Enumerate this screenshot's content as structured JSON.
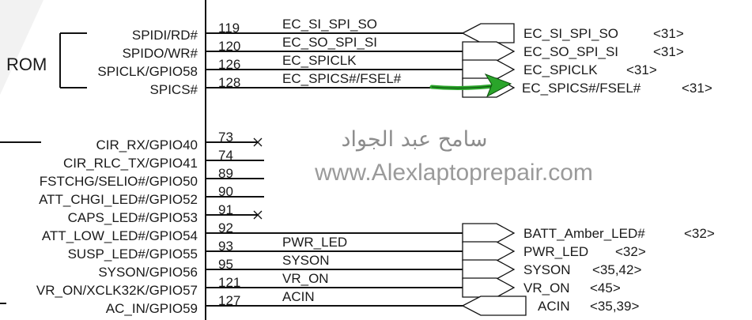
{
  "rom_label": "ROM",
  "spi_rows": [
    {
      "pin_label": "SPIDI/RD#",
      "pin_number": "119",
      "net_label": "EC_SI_SPI_SO",
      "connector_label": "EC_SI_SPI_SO",
      "sheet_ref": "<31>",
      "direction": "in"
    },
    {
      "pin_label": "SPIDO/WR#",
      "pin_number": "120",
      "net_label": "EC_SO_SPI_SI",
      "connector_label": "EC_SO_SPI_SI",
      "sheet_ref": "<31>",
      "direction": "out"
    },
    {
      "pin_label": "SPICLK/GPIO58",
      "pin_number": "126",
      "net_label": "EC_SPICLK",
      "connector_label": "EC_SPICLK",
      "sheet_ref": "<31>",
      "direction": "out"
    },
    {
      "pin_label": "SPICS#",
      "pin_number": "128",
      "net_label": "EC_SPICS#/FSEL#",
      "connector_label": "EC_SPICS#/FSEL#",
      "sheet_ref": "<31>",
      "direction": "out"
    }
  ],
  "gpio_rows": [
    {
      "pin_label": "CIR_RX/GPIO40",
      "pin_number": "73",
      "no_connect": true,
      "net_label": "",
      "connector_label": "",
      "sheet_ref": ""
    },
    {
      "pin_label": "CIR_RLC_TX/GPIO41",
      "pin_number": "74",
      "no_connect": false,
      "net_label": "",
      "connector_label": "",
      "sheet_ref": ""
    },
    {
      "pin_label": "FSTCHG/SELIO#/GPIO50",
      "pin_number": "89",
      "no_connect": false,
      "net_label": "",
      "connector_label": "",
      "sheet_ref": ""
    },
    {
      "pin_label": "ATT_CHGI_LED#/GPIO52",
      "pin_number": "90",
      "no_connect": false,
      "net_label": "",
      "connector_label": "",
      "sheet_ref": ""
    },
    {
      "pin_label": "CAPS_LED#/GPIO53",
      "pin_number": "91",
      "no_connect": true,
      "net_label": "",
      "connector_label": "",
      "sheet_ref": ""
    },
    {
      "pin_label": "ATT_LOW_LED#/GPIO54",
      "pin_number": "92",
      "no_connect": false,
      "net_label": "",
      "connector_label": "BATT_Amber_LED#",
      "sheet_ref": "<32>",
      "direction": "out"
    },
    {
      "pin_label": "SUSP_LED#/GPIO55",
      "pin_number": "93",
      "no_connect": false,
      "net_label": "PWR_LED",
      "connector_label": "PWR_LED",
      "sheet_ref": "<32>",
      "direction": "out"
    },
    {
      "pin_label": "SYSON/GPIO56",
      "pin_number": "95",
      "no_connect": false,
      "net_label": "SYSON",
      "connector_label": "SYSON",
      "sheet_ref": "<35,42>",
      "direction": "out"
    },
    {
      "pin_label": "VR_ON/XCLK32K/GPIO57",
      "pin_number": "121",
      "no_connect": false,
      "net_label": "VR_ON",
      "connector_label": "VR_ON",
      "sheet_ref": "<45>",
      "direction": "out"
    },
    {
      "pin_label": "AC_IN/GPIO59",
      "pin_number": "127",
      "no_connect": false,
      "net_label": "ACIN",
      "connector_label": "ACIN",
      "sheet_ref": "<35,39>",
      "direction": "in"
    }
  ],
  "watermark": {
    "arabic_name": "سامح عبد الجواد",
    "site": "www.Alexlaptoprepair.com"
  },
  "colors": {
    "wire": "#111111",
    "highlight_arrow": "#2aa52a",
    "watermark": "#9a9a9a",
    "background": "#ffffff"
  }
}
